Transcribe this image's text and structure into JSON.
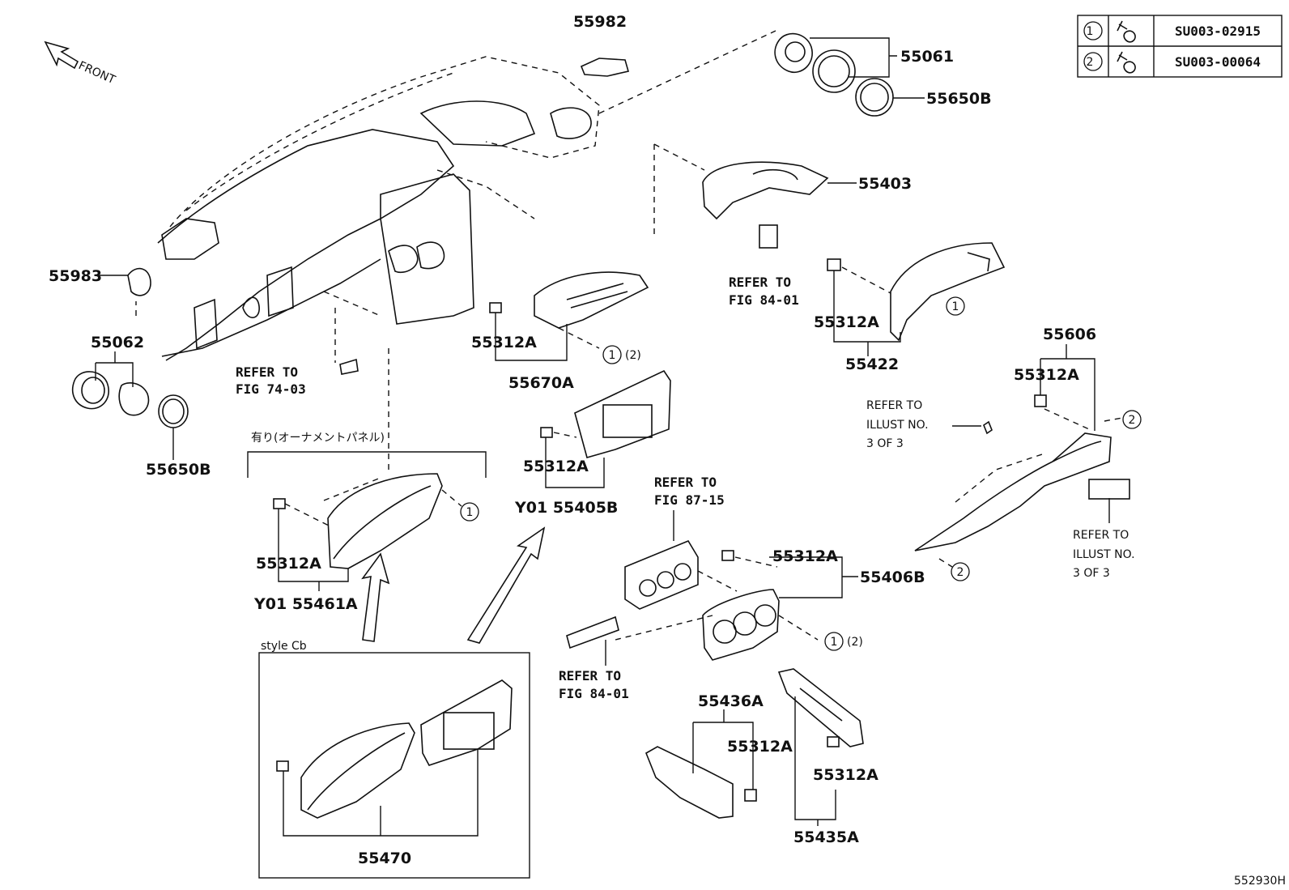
{
  "front_label": "FRONT",
  "drawing_code": "552930H",
  "fastener_table": [
    {
      "key": "1",
      "part_no": "SU003-02915"
    },
    {
      "key": "2",
      "part_no": "SU003-00064"
    }
  ],
  "labels": {
    "p55982": "55982",
    "p55061": "55061",
    "p55650b_top": "55650B",
    "p55403": "55403",
    "p55983": "55983",
    "p55062": "55062",
    "p55650b_left": "55650B",
    "p55312a_vent": "55312A",
    "p55670a": "55670A",
    "p55312a_meter": "55312A",
    "p55422": "55422",
    "p55606": "55606",
    "p55312a_console": "55312A",
    "p55312a_panel": "55312A",
    "p55405b": "Y01 55405B",
    "p55312a_orn": "55312A",
    "p55461a": "Y01 55461A",
    "p55312a_hvac": "55312A",
    "p55406b": "55406B",
    "p55436a": "55436A",
    "p55312a_lower": "55312A",
    "p55312a_right": "55312A",
    "p55435a": "55435A",
    "p55470": "55470"
  },
  "notes": {
    "refer_74_03_a": "REFER TO",
    "refer_74_03_b": "FIG 74-03",
    "refer_84_01_top_a": "REFER TO",
    "refer_84_01_top_b": "FIG 84-01",
    "refer_87_15_a": "REFER TO",
    "refer_87_15_b": "FIG 87-15",
    "refer_84_01_bot_a": "REFER TO",
    "refer_84_01_bot_b": "FIG 84-01",
    "illust_a_1": "REFER TO",
    "illust_a_2": "ILLUST NO.",
    "illust_a_3": "3 OF 3",
    "illust_b_1": "REFER TO",
    "illust_b_2": "ILLUST NO.",
    "illust_b_3": "3 OF 3",
    "ornament_header": "有り(オーナメントパネル)",
    "style_box": "style Cb"
  },
  "callouts": {
    "c1": "1",
    "c2": "2",
    "c1_2_suffix": "(2)"
  }
}
